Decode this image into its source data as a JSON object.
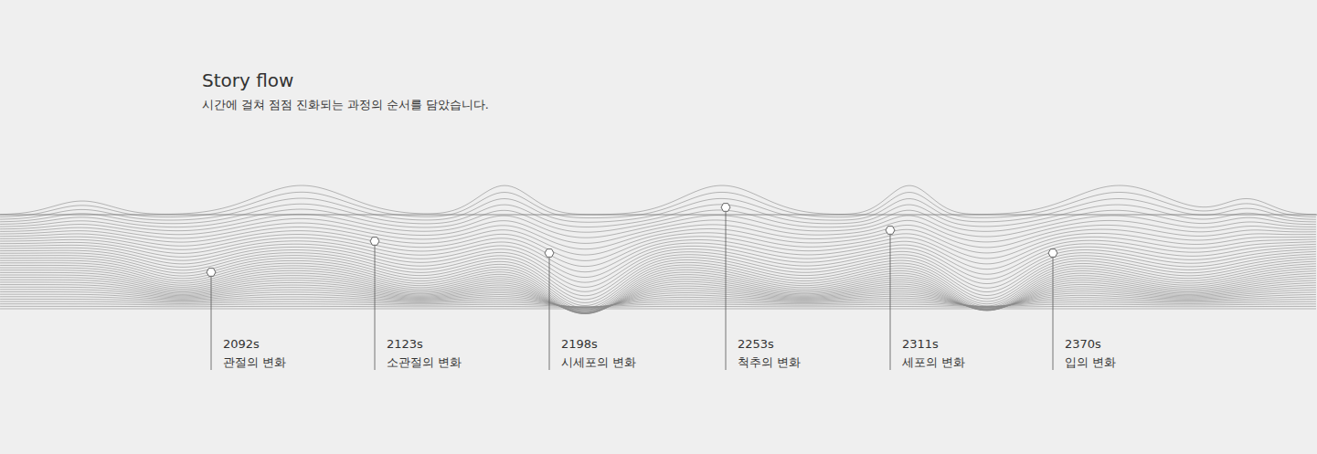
{
  "diagram": {
    "title": "Story flow",
    "caption": "시간에 걸쳐 점점 진화되는 과정의 순서를 담았습니다.",
    "labels": [
      "2092s",
      "관절의 변화",
      "2123s",
      "소관절의 변화",
      "2198s",
      "시세포의 변화",
      "2253s",
      "척추의 변화",
      "2311s",
      "세포의 변화",
      "2370s",
      "입의 변화"
    ]
  }
}
